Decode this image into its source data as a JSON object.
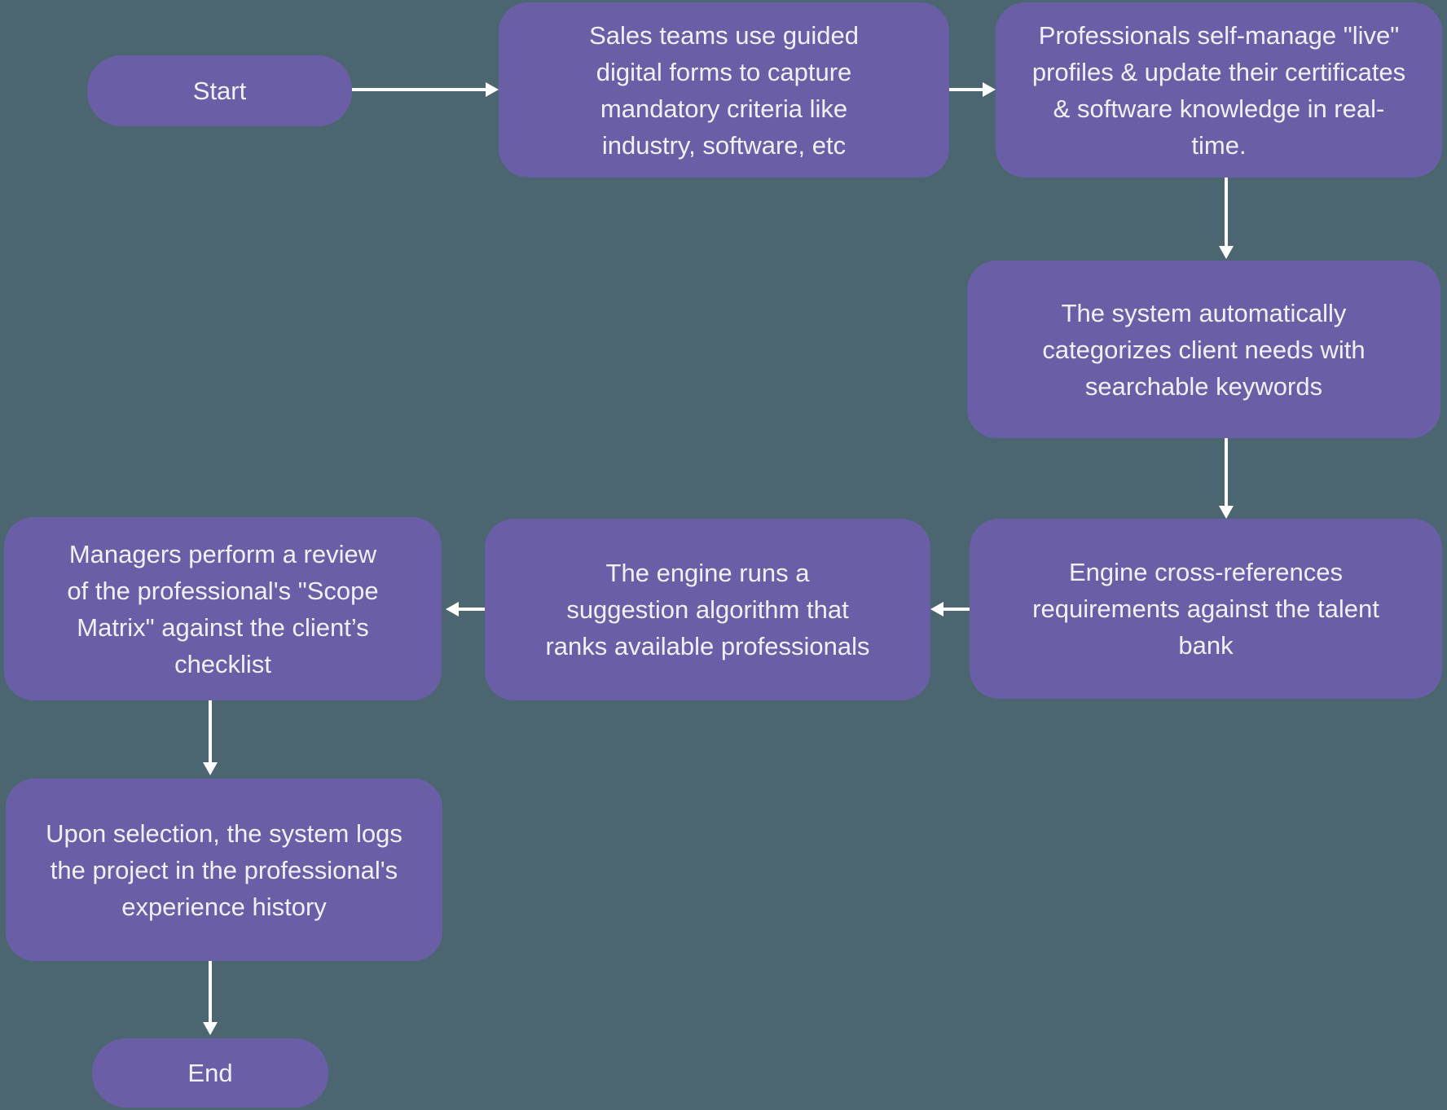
{
  "diagram": {
    "type": "flowchart",
    "colors": {
      "background": "#4c6671",
      "node_fill": "#6a5fa6",
      "node_text": "#f2eff9",
      "arrow": "#ffffff"
    },
    "nodes": {
      "start": {
        "label": "Start",
        "shape": "terminator"
      },
      "sales": {
        "label": "Sales teams use guided digital forms to capture mandatory criteria like industry, software, etc",
        "shape": "process"
      },
      "profiles": {
        "label": "Professionals self-manage \"live\" profiles & update their certificates & software knowledge in real-time.",
        "shape": "process"
      },
      "categorize": {
        "label": "The system automatically categorizes client needs with searchable keywords",
        "shape": "process"
      },
      "crossref": {
        "label": "Engine cross-references requirements against the talent bank",
        "shape": "process"
      },
      "suggestion": {
        "label": "The engine runs a suggestion algorithm that ranks available professionals",
        "shape": "process"
      },
      "review": {
        "label": "Managers perform a review of the professional's \"Scope Matrix\" against the client’s checklist",
        "shape": "process"
      },
      "log": {
        "label": "Upon selection, the system logs the project in the professional's experience history",
        "shape": "process"
      },
      "end": {
        "label": "End",
        "shape": "terminator"
      }
    },
    "edges": [
      {
        "from": "start",
        "to": "sales",
        "direction": "right"
      },
      {
        "from": "sales",
        "to": "profiles",
        "direction": "right"
      },
      {
        "from": "profiles",
        "to": "categorize",
        "direction": "down"
      },
      {
        "from": "categorize",
        "to": "crossref",
        "direction": "down"
      },
      {
        "from": "crossref",
        "to": "suggestion",
        "direction": "left"
      },
      {
        "from": "suggestion",
        "to": "review",
        "direction": "left"
      },
      {
        "from": "review",
        "to": "log",
        "direction": "down"
      },
      {
        "from": "log",
        "to": "end",
        "direction": "down"
      }
    ]
  }
}
